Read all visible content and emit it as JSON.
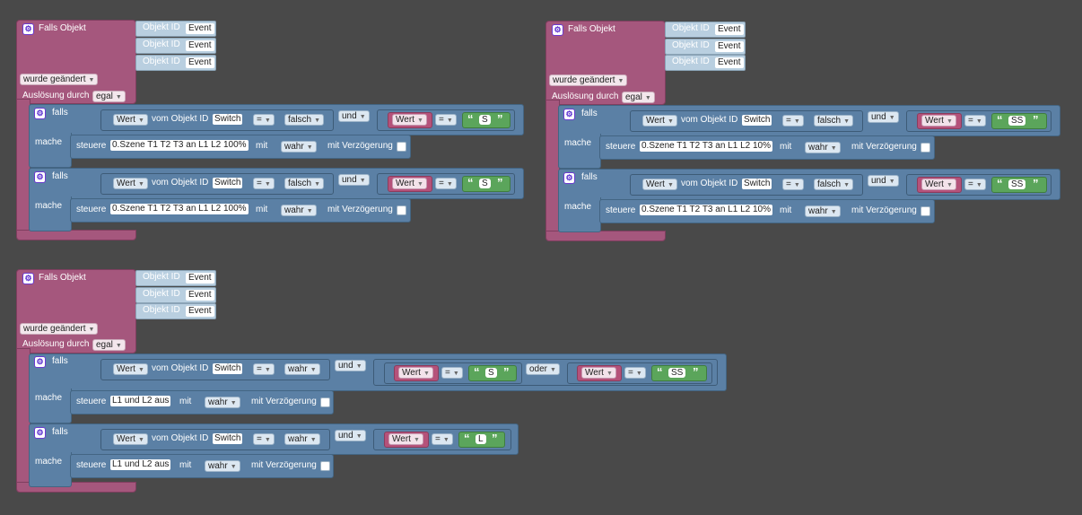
{
  "event_block": {
    "title": "Falls Objekt",
    "object_id_label": "Objekt ID",
    "object_value": "Event",
    "trigger_dropdown": "wurde geändert",
    "ausloesung_label": "Auslösung durch",
    "ausloesung_value": "egal"
  },
  "if_labels": {
    "falls": "falls",
    "mache": "mache"
  },
  "condition": {
    "wert": "Wert",
    "vom_objekt": "vom Objekt ID",
    "switch": "Switch",
    "eq": "=",
    "falsch": "falsch",
    "wahr": "wahr",
    "und": "und",
    "oder": "oder"
  },
  "action": {
    "steuere": "steuere",
    "mit": "mit",
    "wahr": "wahr",
    "mit_verzoegerung": "mit Verzögerung"
  },
  "groups": [
    {
      "rows": [
        {
          "cond_value": "falsch",
          "strings": [
            "S"
          ],
          "scene": "0.Szene T1 T2 T3 an L1 L2 100%"
        },
        {
          "cond_value": "falsch",
          "strings": [
            "S"
          ],
          "scene": "0.Szene T1 T2 T3 an L1 L2 100%"
        }
      ]
    },
    {
      "rows": [
        {
          "cond_value": "falsch",
          "strings": [
            "SS"
          ],
          "scene": "0.Szene T1 T2 T3 an L1 L2 10%"
        },
        {
          "cond_value": "falsch",
          "strings": [
            "SS"
          ],
          "scene": "0.Szene T1 T2 T3 an L1 L2 10%"
        }
      ]
    },
    {
      "rows": [
        {
          "cond_value": "wahr",
          "strings": [
            "S",
            "SS"
          ],
          "scene": "L1 und L2 aus"
        },
        {
          "cond_value": "wahr",
          "strings": [
            "L"
          ],
          "scene": "L1 und L2 aus"
        }
      ]
    }
  ],
  "colors": {
    "background": "#494949",
    "event_block": "#a5577d",
    "logic_block": "#5b80a5",
    "text_block": "#5ba55b",
    "value_block": "#b5527a"
  }
}
